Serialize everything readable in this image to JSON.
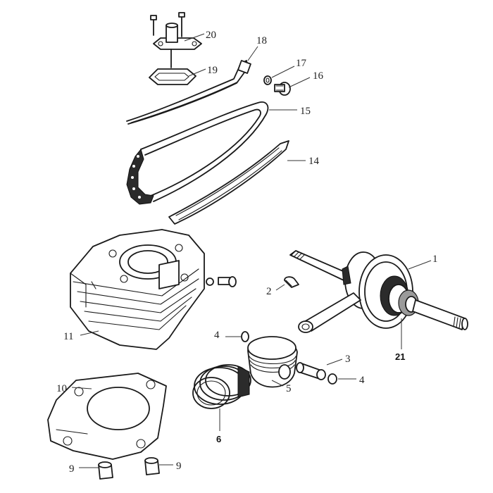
{
  "callouts": {
    "c1": "1",
    "c2": "2",
    "c3": "3",
    "c4a": "4",
    "c4b": "4",
    "c5": "5",
    "c6": "6",
    "c9a": "9",
    "c9b": "9",
    "c10": "10",
    "c11": "11",
    "c14": "14",
    "c15": "15",
    "c16": "16",
    "c17": "17",
    "c18": "18",
    "c19": "19",
    "c20": "20",
    "c21": "21"
  }
}
